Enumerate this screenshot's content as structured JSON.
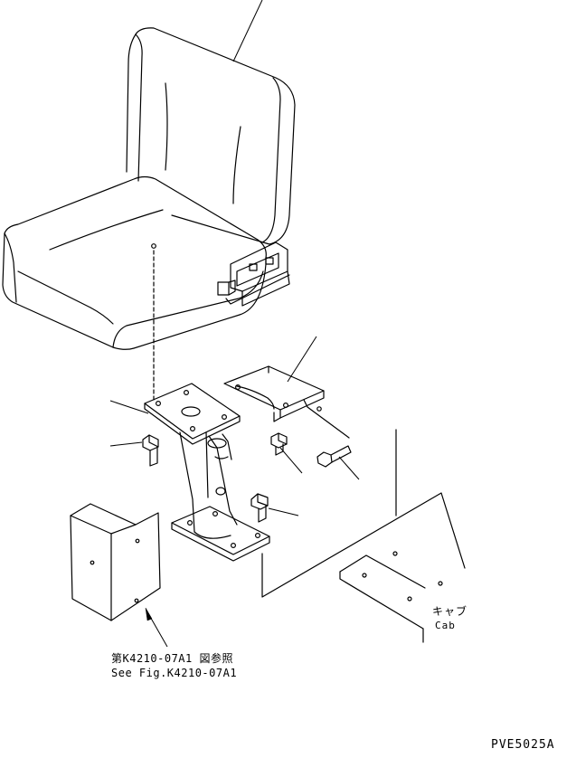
{
  "reference": {
    "jp": "第K4210-07A1 図参照",
    "en": "See Fig.K4210-07A1"
  },
  "cab": {
    "jp": "キャブ",
    "en": "Cab"
  },
  "figure_code": "PVE5025A"
}
